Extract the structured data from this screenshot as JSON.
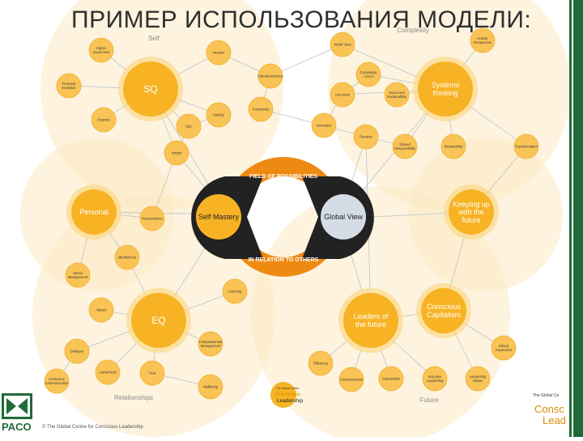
{
  "title": "ПРИМЕР ИСПОЛЬЗОВАНИЯ МОДЕЛИ:",
  "section_labels": [
    {
      "id": "self",
      "text": "Self"
    },
    {
      "id": "complexity",
      "text": "Complexity"
    },
    {
      "id": "relationships",
      "text": "Relationships"
    },
    {
      "id": "future",
      "text": "Future"
    }
  ],
  "center": {
    "self_mastery": "Self Mastery",
    "global_view": "Global View",
    "arc_top": "FIELD OF POSSIBILITIES",
    "arc_bottom": "IN RELATION TO OTHERS"
  },
  "hubs": [
    {
      "id": "sq",
      "label": "SQ"
    },
    {
      "id": "systems",
      "label": "Systems thinking"
    },
    {
      "id": "personal",
      "label": "Personal"
    },
    {
      "id": "keeping",
      "label": "Keeping up with the future"
    },
    {
      "id": "eq",
      "label": "EQ"
    },
    {
      "id": "leaders",
      "label": "Leaders of the future"
    },
    {
      "id": "conscious",
      "label": "Conscious Capitalism"
    }
  ],
  "nodes": [
    {
      "id": "higher",
      "label": "Higher Awareness"
    },
    {
      "id": "intuition",
      "label": "Intuition"
    },
    {
      "id": "personal_evolution",
      "label": "Personal Evolution"
    },
    {
      "id": "purpose",
      "label": "Purpose"
    },
    {
      "id": "identity",
      "label": "Identity"
    },
    {
      "id": "ego",
      "label": "Ego"
    },
    {
      "id": "insight",
      "label": "Insight"
    },
    {
      "id": "interdependence",
      "label": "Interdependence"
    },
    {
      "id": "complexity_node",
      "label": "Complexity"
    },
    {
      "id": "world_view",
      "label": "World View"
    },
    {
      "id": "holistic",
      "label": "Holistic Perspective"
    },
    {
      "id": "vuca",
      "label": "Complexity / VUCA"
    },
    {
      "id": "uncertain",
      "label": "Uncertain"
    },
    {
      "id": "sustainability",
      "label": "Social and Sustainability"
    },
    {
      "id": "innovation",
      "label": "Innovation"
    },
    {
      "id": "paradox",
      "label": "Paradox"
    },
    {
      "id": "shared",
      "label": "Shared Responsibility"
    },
    {
      "id": "stewardship",
      "label": "Stewardship"
    },
    {
      "id": "transformation",
      "label": "Transformation"
    },
    {
      "id": "neuroscience",
      "label": "Neuroscience"
    },
    {
      "id": "mindfulness",
      "label": "Mindfulness"
    },
    {
      "id": "stress",
      "label": "Stress Management"
    },
    {
      "id": "values",
      "label": "Values"
    },
    {
      "id": "authenticity",
      "label": "Authenticity"
    },
    {
      "id": "trust",
      "label": "Trust"
    },
    {
      "id": "compassion",
      "label": "Compassionate Management"
    },
    {
      "id": "dialogue",
      "label": "Dialogue"
    },
    {
      "id": "conscious_comm",
      "label": "Conscious Communication"
    },
    {
      "id": "listening",
      "label": "Listening"
    },
    {
      "id": "ethical",
      "label": "Ethical Awareness"
    },
    {
      "id": "efficiency",
      "label": "Efficiency"
    },
    {
      "id": "consciousness",
      "label": "Consciousness"
    },
    {
      "id": "sustainable",
      "label": "Sustainable"
    },
    {
      "id": "inclusive",
      "label": "Inclusive Leadership"
    },
    {
      "id": "service",
      "label": "Leadership Values"
    },
    {
      "id": "wellbeing",
      "label": "Wellbeing"
    }
  ],
  "branding": {
    "logo_text": "PACO",
    "copyright": "© The Global Centre for Conscious Leadership",
    "badge_small": "The Global Centre",
    "badge_word1": "Conscious",
    "badge_word2": "Leadership",
    "corner_small": "The Global Ce",
    "corner_word1": "Consc",
    "corner_word2": "Lead"
  },
  "colors": {
    "hub": "#f7b324",
    "node": "#f9c455",
    "dark": "#222222",
    "orange": "#ee8a12",
    "halo": "#fbe9c2",
    "line": "#b9c3cc",
    "green": "#1f6b3a",
    "global": "#d4dde6"
  }
}
